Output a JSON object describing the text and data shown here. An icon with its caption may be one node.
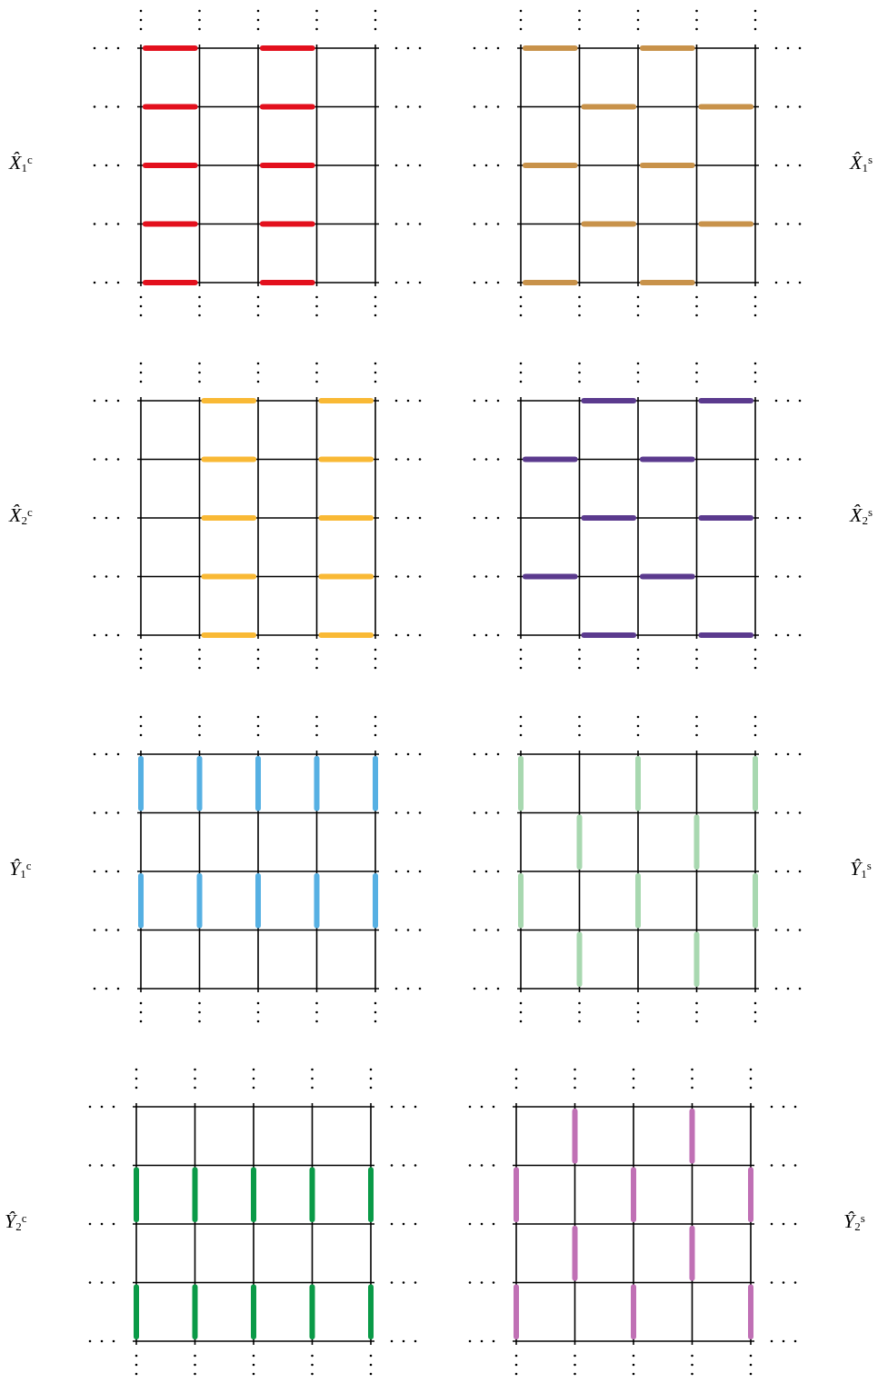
{
  "diagram": {
    "labels": [
      "*X̂*$_{1}$$^{c}$",
      "*X̂*$_{1}$$^{s}$",
      "*X̂*$_{2}$$^{c}$",
      "*X̂*$_{2}$$^{s}$",
      "*Ŷ*$_{1}$$^{c}$",
      "*Ŷ*$_{1}$$^{s}$",
      "*Ŷ*$_{2}$$^{c}$",
      "*Ŷ*$_{2}$$^{s}$"
    ]
  }
}
